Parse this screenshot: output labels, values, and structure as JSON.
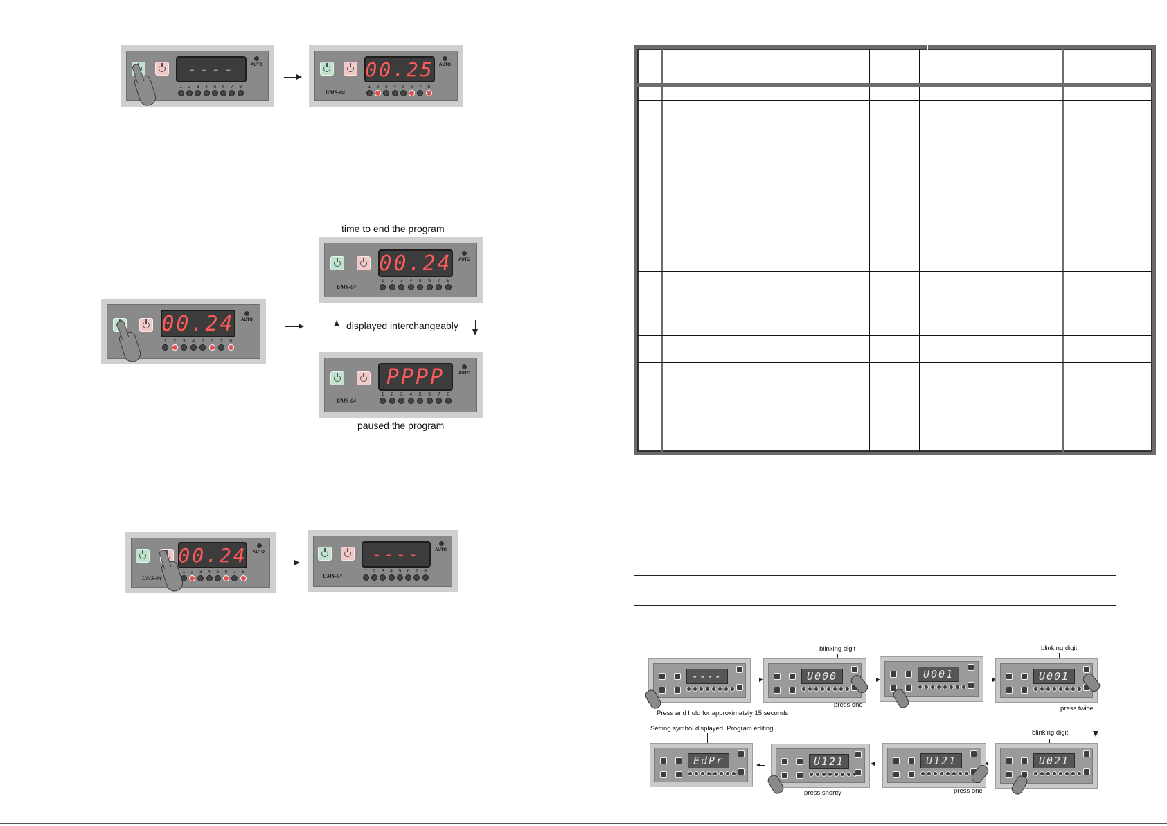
{
  "panel_common": {
    "auto": "AUTO",
    "model": "UMS-04",
    "led_numbers": [
      "1",
      "2",
      "3",
      "4",
      "5",
      "6",
      "7",
      "8"
    ]
  },
  "row1": {
    "left_display": "----",
    "right_display": "00.25",
    "right_lit": [
      2,
      6,
      8
    ]
  },
  "row2": {
    "left_display": "00.24",
    "left_lit": [
      2,
      6,
      8
    ],
    "top_caption": "time to end the program",
    "top_display": "00.24",
    "middle_caption": "displayed interchangeably",
    "bottom_display": "PPPP",
    "bottom_caption": "paused the program"
  },
  "row3": {
    "left_display": "00.24",
    "left_lit": [
      2,
      6,
      8
    ],
    "right_display": "----"
  },
  "setup": {
    "step1": {
      "display": "----",
      "caption": "Press and hold for approximately 15 seconds"
    },
    "step2": {
      "display": "U000",
      "label": "blinking digit",
      "caption": "press one"
    },
    "step3": {
      "display": "U001"
    },
    "step4": {
      "display": "U001",
      "label": "blinking digit",
      "caption": "press twice"
    },
    "step5": {
      "display": "U021",
      "label": "blinking digit"
    },
    "step6": {
      "display": "U121",
      "caption": "press one"
    },
    "step7": {
      "display": "U121",
      "caption": "press shortly"
    },
    "step8": {
      "display": "EdPr",
      "label": "Setting symbol displayed: Program editing"
    }
  }
}
